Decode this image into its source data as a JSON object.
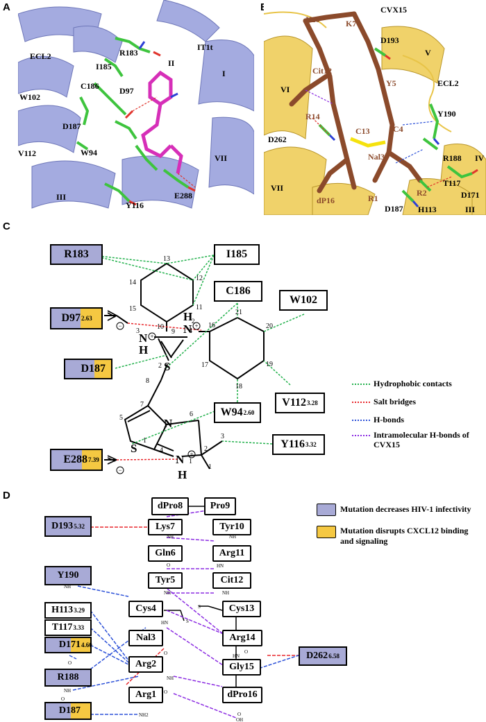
{
  "panels": {
    "a": "A",
    "b": "B",
    "c": "C",
    "d": "D"
  },
  "panel_a": {
    "labels": [
      "R183",
      "IT1t",
      "I185",
      "ECL2",
      "II",
      "C186",
      "D97",
      "I",
      "W102",
      "D187",
      "V112",
      "W94",
      "VII",
      "III",
      "Y116",
      "E288"
    ]
  },
  "panel_b": {
    "labels": [
      "Y10",
      "K7",
      "CVX15",
      "D193",
      "V",
      "Cit12",
      "Y5",
      "ECL2",
      "VI",
      "R14",
      "Y190",
      "C13",
      "C4",
      "D262",
      "R188",
      "Nal3",
      "IV",
      "T117",
      "D171",
      "VII",
      "R1",
      "R2",
      "dP16",
      "D187",
      "H113",
      "III"
    ]
  },
  "panel_c": {
    "residues": {
      "r183": "R183",
      "i185": "I185",
      "c186": "C186",
      "w102": "W102",
      "d97": "D97",
      "d97_sup": "2.63",
      "d187_a": "D1",
      "d187_b": "87",
      "w94": "W94",
      "w94_sup": "2.60",
      "v112": "V112",
      "v112_sup": "3.28",
      "y116": "Y116",
      "y116_sup": "3.32",
      "e288_a": "E28",
      "e288_b": "8",
      "e288_sup": "7.39"
    },
    "atoms": {
      "n3": "N",
      "n4": "N",
      "h3": "H",
      "h4": "H",
      "h4_sub": "2",
      "s2": "S",
      "n2": "N",
      "s1": "S",
      "n1": "N",
      "h1": "H",
      "o_minus": "O",
      "plus": "+",
      "minus": "−"
    },
    "numbers": [
      "13",
      "12",
      "14",
      "11",
      "15",
      "10",
      "3",
      "9",
      "4",
      "16",
      "21",
      "20",
      "17",
      "19",
      "18",
      "2",
      "8",
      "7",
      "6",
      "5",
      "1",
      "4",
      "1",
      "2",
      "3",
      "1"
    ],
    "legend": [
      {
        "label": "Hydrophobic contacts",
        "color": "#22b14c"
      },
      {
        "label": "Salt bridges",
        "color": "#e8262b"
      },
      {
        "label": "H-bonds",
        "color": "#2b50d8"
      },
      {
        "label": "Intramolecular H-bonds of CVX15",
        "color": "#8b2be2"
      }
    ]
  },
  "panel_d": {
    "peptide": [
      "dPro8",
      "Pro9",
      "Lys7",
      "Tyr10",
      "Gln6",
      "Arg11",
      "Tyr5",
      "Cit12",
      "Cys4",
      "Cys13",
      "Nal3",
      "Arg14",
      "Arg2",
      "Gly15",
      "Arg1",
      "dPro16"
    ],
    "receptor": {
      "d193": "D193",
      "d193_sup": "5.32",
      "y190": "Y190",
      "h113": "H113",
      "h113_sup": "3.29",
      "t117": "T117",
      "t117_sup": "3.33",
      "d171_a": "D1",
      "d171_b": "71",
      "d171_sup": "4.60",
      "r188": "R188",
      "d187_a": "D1",
      "d187_b": "87",
      "d262": "D262",
      "d262_sup": "6.58"
    },
    "groups": {
      "nh": "NH",
      "hn": "HN",
      "o": "O",
      "nh2": "NH2",
      "oh": "OH",
      "s": "S"
    },
    "legend": [
      {
        "label": "Mutation decreases HIV-1 infectivity",
        "color": "#a8aad6"
      },
      {
        "label": "Mutation disrupts CXCL12 binding and signaling",
        "color": "#f5c842"
      }
    ]
  }
}
